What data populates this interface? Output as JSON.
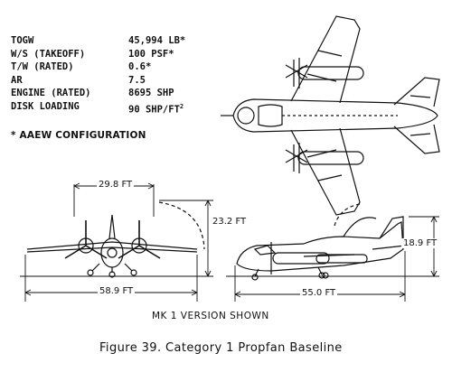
{
  "specs": [
    {
      "label": "TOGW",
      "value": "45,994 LB*"
    },
    {
      "label": "W/S (TAKEOFF)",
      "value": "100 PSF*"
    },
    {
      "label": "T/W (RATED)",
      "value": "0.6*"
    },
    {
      "label": "AR",
      "value": "7.5"
    },
    {
      "label": "ENGINE (RATED)",
      "value": "8695 SHP"
    },
    {
      "label": "DISK LOADING",
      "value": "90 SHP/FT",
      "sup": "2"
    }
  ],
  "note": "* AAEW CONFIGURATION",
  "dimensions": {
    "propeller_spacing": "29.8 FT",
    "height_front": "23.2 FT",
    "span": "58.9 FT",
    "height_side": "18.9 FT",
    "length": "55.0 FT"
  },
  "version_note": "MK 1 VERSION SHOWN",
  "caption": "Figure 39.   Category 1 Propfan Baseline"
}
